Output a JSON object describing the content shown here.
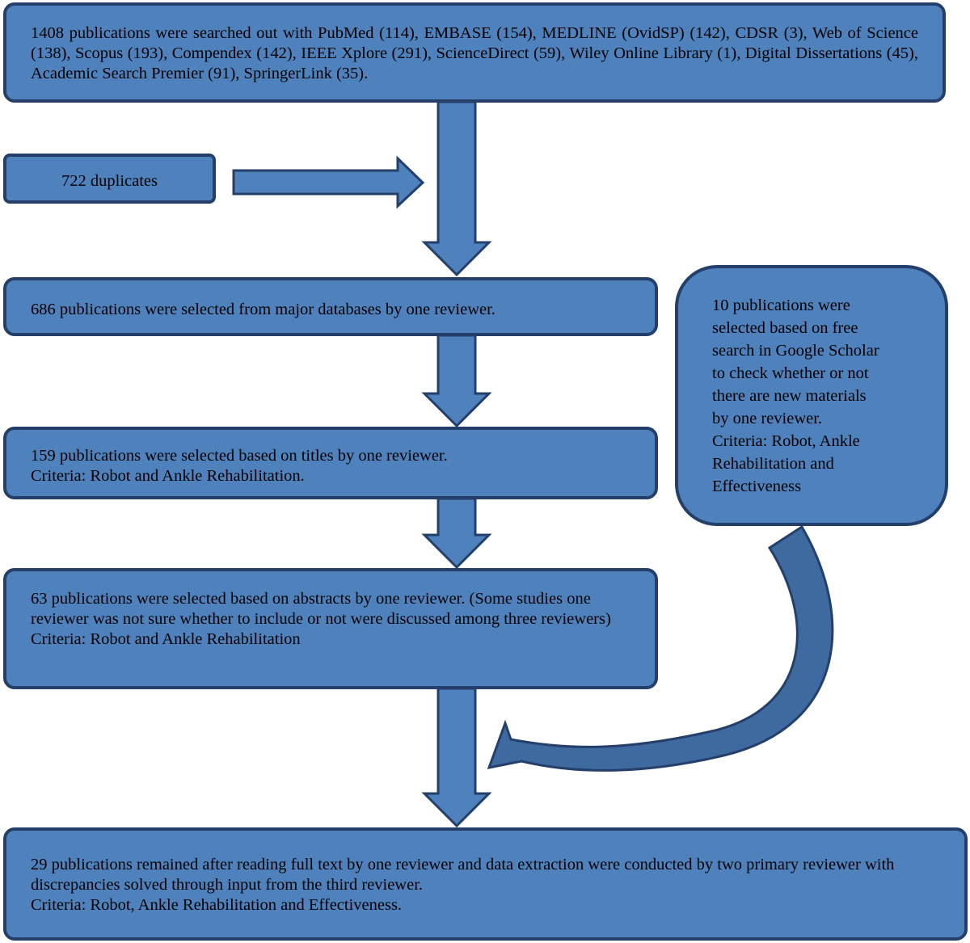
{
  "nodes": {
    "search": {
      "text": "1408 publications were searched out with PubMed (114), EMBASE (154), MEDLINE (OvidSP) (142), CDSR (3), Web of Science (138), Scopus (193), Compendex (142), IEEE Xplore (291), ScienceDirect (59), Wiley Online Library (1), Digital Dissertations (45), Academic Search Premier (91), SpringerLink (35)."
    },
    "duplicates": {
      "text": "722 duplicates"
    },
    "major_db": {
      "text": "686 publications were selected from major databases by one reviewer."
    },
    "titles": {
      "line1": "159 publications were selected based on titles by one reviewer.",
      "line2": "Criteria: Robot and Ankle Rehabilitation."
    },
    "abstracts": {
      "line1": "63 publications were selected based on abstracts by one reviewer. (Some studies one reviewer was not sure whether to include or not were discussed among three reviewers)",
      "line2": "Criteria: Robot and Ankle Rehabilitation"
    },
    "scholar": {
      "lines": [
        "10 publications were",
        "selected based on free",
        "search in Google Scholar",
        "to check whether or not",
        "there are new materials",
        "by one reviewer.",
        "Criteria: Robot, Ankle",
        "Rehabilitation and",
        "Effectiveness"
      ]
    },
    "final": {
      "line1": "29 publications remained after reading full text by one reviewer and data extraction were conducted by two primary reviewer with discrepancies solved through input from the third reviewer.",
      "line2": "Criteria: Robot, Ankle Rehabilitation and Effectiveness."
    }
  },
  "colors": {
    "box_fill": "#4f81bd",
    "box_border": "#24406a",
    "arrow_fill": "#4f81bd",
    "curved_arrow_fill": "#3e6aa0",
    "text": "#000000"
  }
}
